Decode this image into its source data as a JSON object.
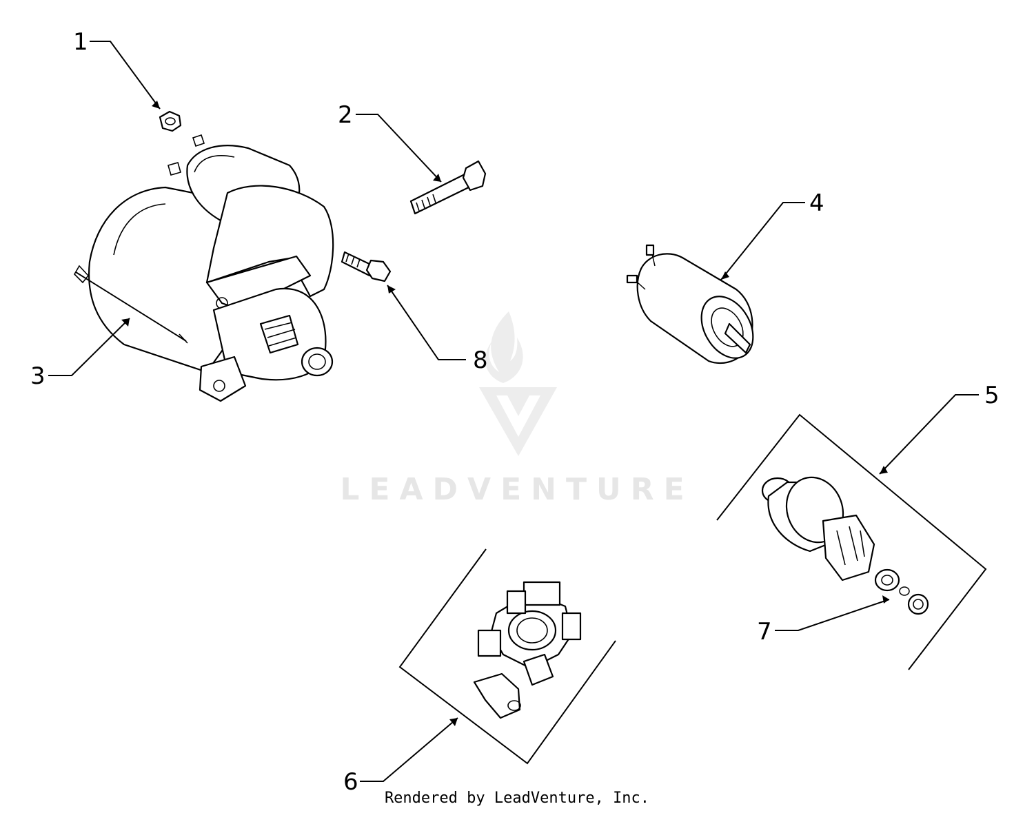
{
  "diagram": {
    "callouts": [
      "1",
      "2",
      "3",
      "4",
      "5",
      "6",
      "7",
      "8"
    ],
    "watermark_text": "LEADVENTURE",
    "credit_text": "Rendered by LeadVenture, Inc.",
    "colors": {
      "line": "#000000",
      "background": "#ffffff",
      "watermark": "#e8e8e8"
    }
  }
}
